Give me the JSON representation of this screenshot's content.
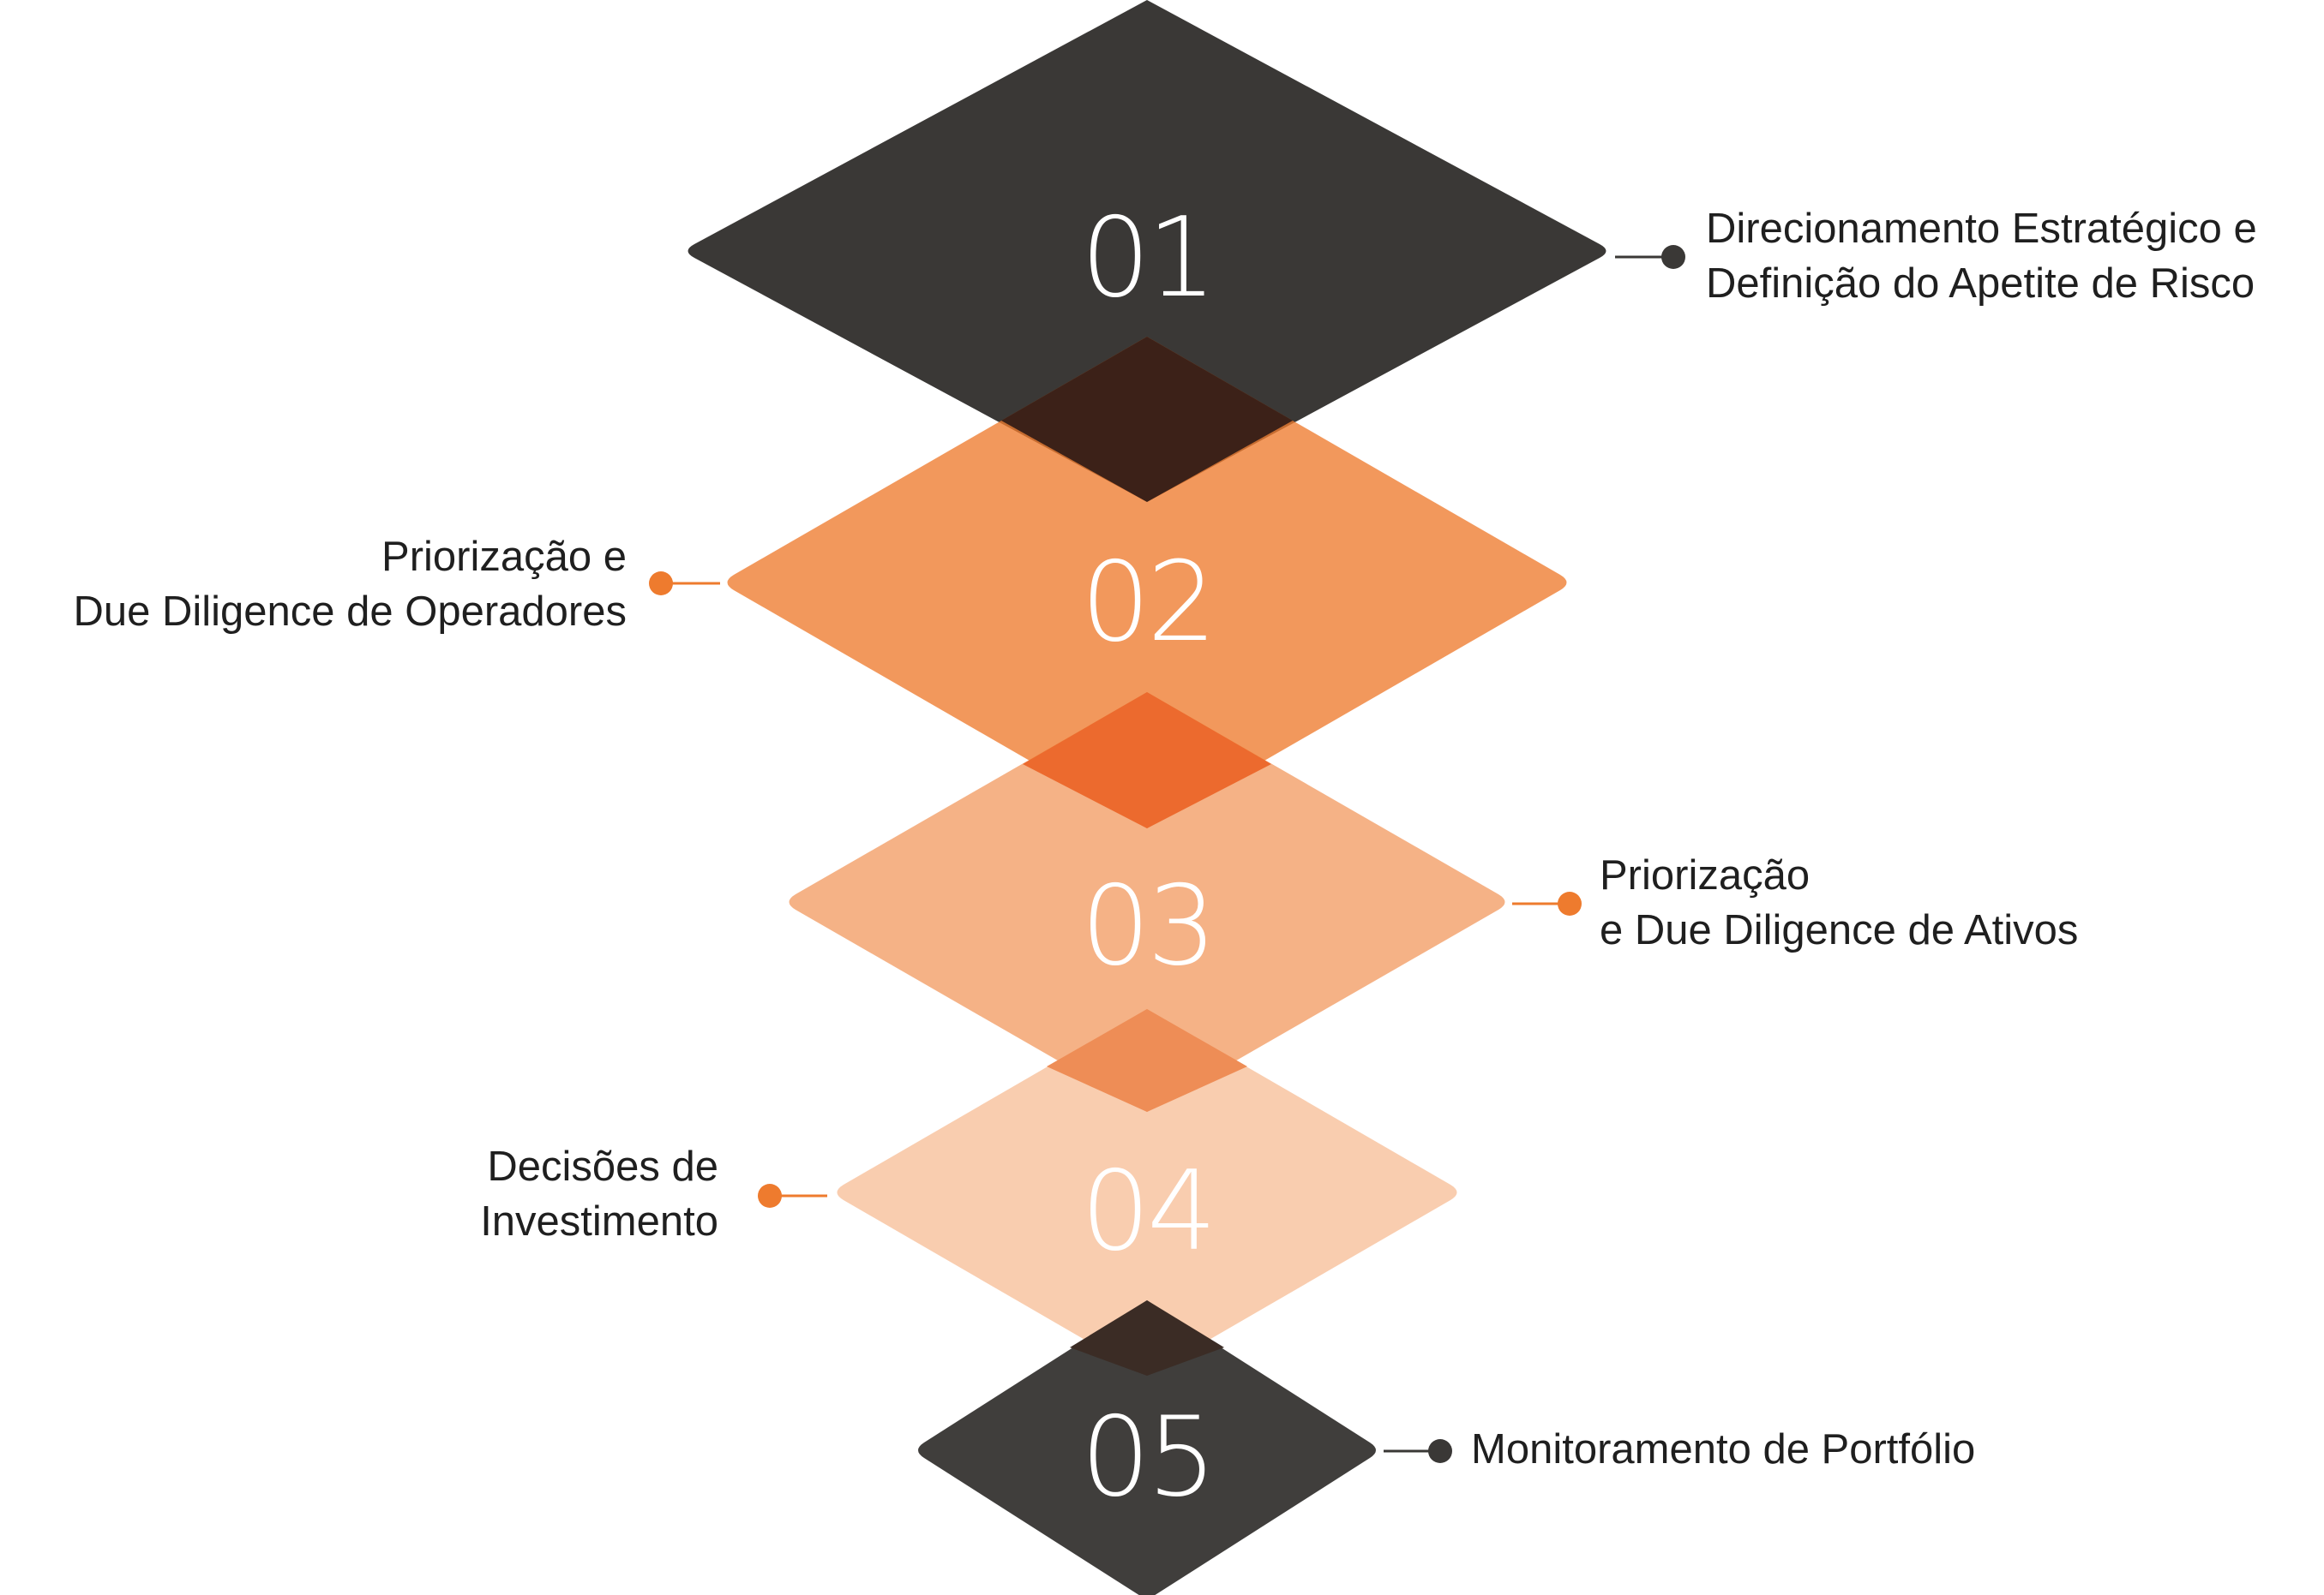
{
  "colors": {
    "dark": "#3a3836",
    "orange_strong": "#ee7b2e",
    "orange_mid": "#f2a065",
    "orange_light": "#f6c4a0",
    "connector_dark": "#3a3836",
    "connector_orange": "#ee7b2e"
  },
  "steps": [
    {
      "number": "01",
      "label_lines": [
        "Direcionamento Estratégico e",
        "Definição do Apetite de Risco"
      ],
      "side": "right",
      "color": "dark"
    },
    {
      "number": "02",
      "label_lines": [
        "Priorização e",
        "Due Diligence de Operadores"
      ],
      "side": "left",
      "color": "orange"
    },
    {
      "number": "03",
      "label_lines": [
        "Priorização",
        "e Due Diligence de Ativos"
      ],
      "side": "right",
      "color": "orange"
    },
    {
      "number": "04",
      "label_lines": [
        "Decisões de",
        "Investimento"
      ],
      "side": "left",
      "color": "orange"
    },
    {
      "number": "05",
      "label_lines": [
        "Monitoramento de Portfólio"
      ],
      "side": "right",
      "color": "dark"
    }
  ]
}
